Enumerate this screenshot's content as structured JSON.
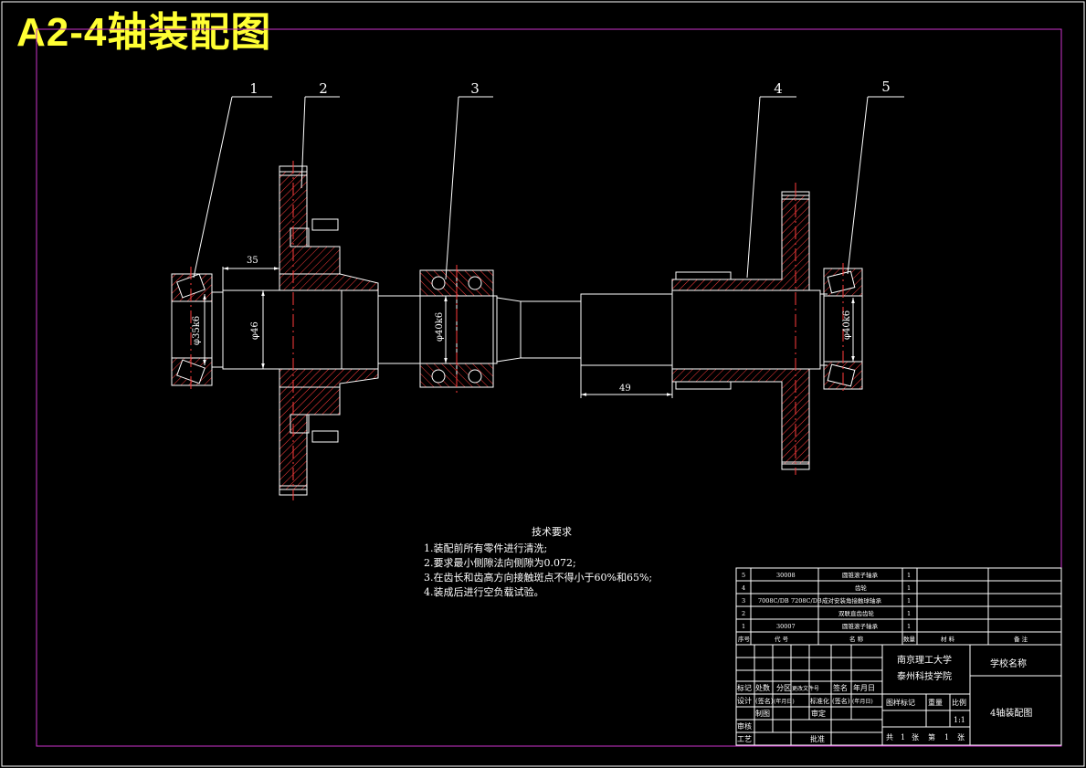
{
  "title": "A2-4轴装配图",
  "balloons": [
    "1",
    "2",
    "3",
    "4",
    "5"
  ],
  "dimensions": {
    "d35": "35",
    "d49": "49",
    "phi46": "φ46",
    "phi35k6": "φ35k6",
    "phi40k6_mid": "φ40k6",
    "phi40k6_right": "φ40k6"
  },
  "tech_requirements": {
    "heading": "技术要求",
    "items": [
      "1.装配前所有零件进行清洗;",
      "2.要求最小侧隙法向侧隙为0.072;",
      "3.在齿长和齿高方向接触斑点不得小于60%和65%;",
      "4.装成后进行空负载试验。"
    ]
  },
  "parts_list": {
    "rows": [
      {
        "no": "5",
        "code": "30008",
        "name": "圆锥滚子轴承",
        "qty": "1"
      },
      {
        "no": "4",
        "code": "",
        "name": "齿轮",
        "qty": "1"
      },
      {
        "no": "3",
        "code": "7008C/DB",
        "code2": "7208C/DB",
        "name": "成对安装角接触球轴承",
        "qty": "1"
      },
      {
        "no": "2",
        "code": "",
        "name": "双联直齿齿轮",
        "qty": "1"
      },
      {
        "no": "1",
        "code": "30007",
        "name": "圆锥滚子轴承",
        "qty": "1"
      }
    ],
    "header": {
      "no": "序号",
      "code": "代 号",
      "name": "名 称",
      "qty": "数量",
      "material": "材 料",
      "note": "备 注"
    }
  },
  "title_block": {
    "school_line1": "南京理工大学",
    "school_line2": "泰州科技学院",
    "school_name": "学校名称",
    "drawing_name": "4轴装配图",
    "labels": {
      "mark": "标记",
      "count": "处数",
      "zone": "分区",
      "doc": "更改文件号",
      "sign": "签名",
      "date": "年月日",
      "design": "设计",
      "sig1": "(签名)",
      "date1": "(年月日)",
      "std": "标准化",
      "sig2": "(签名)",
      "date2": "(年月日)",
      "draw": "制图",
      "audit": "审定",
      "review": "审核",
      "process": "工艺",
      "approve": "批准",
      "stage": "图样标记",
      "weight": "重量",
      "scale": "比例",
      "total": "共",
      "sheet_unit": "张",
      "nth": "第"
    },
    "scale_value": "1:1",
    "total_sheets": "1",
    "this_sheet": "1"
  },
  "colors": {
    "background": "#000000",
    "outline": "#ffffff",
    "border": "#cc33cc",
    "hatch": "#ff3b3b",
    "title": "#ffff33"
  }
}
